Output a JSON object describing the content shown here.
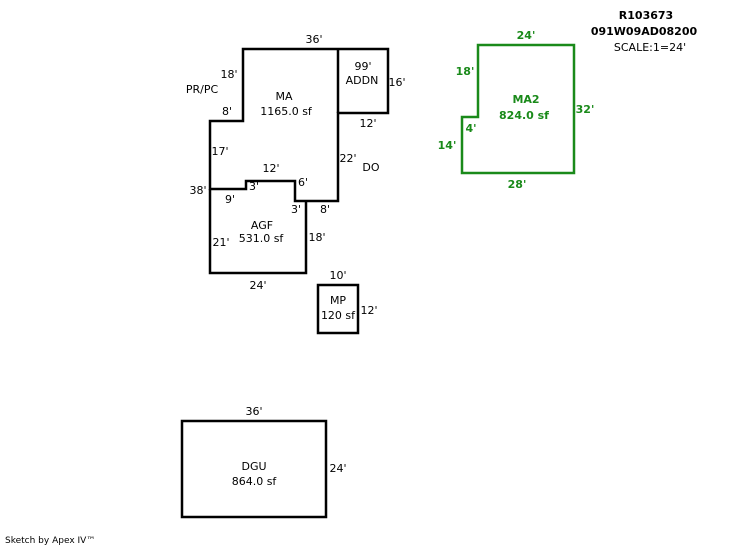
{
  "header": {
    "parcel_id": "R103673",
    "account": "091W09AD08200",
    "scale": "SCALE:1=24'"
  },
  "credit": "Sketch by Apex IV™",
  "colors": {
    "main": "#000000",
    "highlight": "#1a8a1a"
  },
  "areas": {
    "ma": {
      "name": "MA",
      "size": "1165.0 sf"
    },
    "addn": {
      "name": "ADDN",
      "size": "99'"
    },
    "agf": {
      "name": "AGF",
      "size": "531.0 sf"
    },
    "mp": {
      "name": "MP",
      "size": "120 sf"
    },
    "dgu": {
      "name": "DGU",
      "size": "864.0 sf"
    },
    "ma2": {
      "name": "MA2",
      "size": "824.0 sf"
    }
  },
  "notes": {
    "prpc": "PR/PC",
    "do": "DO"
  },
  "dims": {
    "ma_top": "36'",
    "ma_left_upper": "18'",
    "ma_left_step": "8'",
    "ma_left_mid": "17'",
    "addn_right": "16'",
    "addn_bottom": "12'",
    "ma_right": "22'",
    "ma_left_lower": "38'",
    "agf_notch_top": "12'",
    "agf_notch_left": "3'",
    "agf_notch_bottom": "9'",
    "agf_notch_right": "6'",
    "agf_step": "3'",
    "agf_step_bottom": "8'",
    "agf_left": "21'",
    "agf_right": "18'",
    "agf_bottom": "24'",
    "mp_top": "10'",
    "mp_right": "12'",
    "dgu_top": "36'",
    "dgu_right": "24'",
    "ma2_top": "24'",
    "ma2_left_upper": "18'",
    "ma2_step": "4'",
    "ma2_left_lower": "14'",
    "ma2_right": "32'",
    "ma2_bottom": "28'"
  }
}
